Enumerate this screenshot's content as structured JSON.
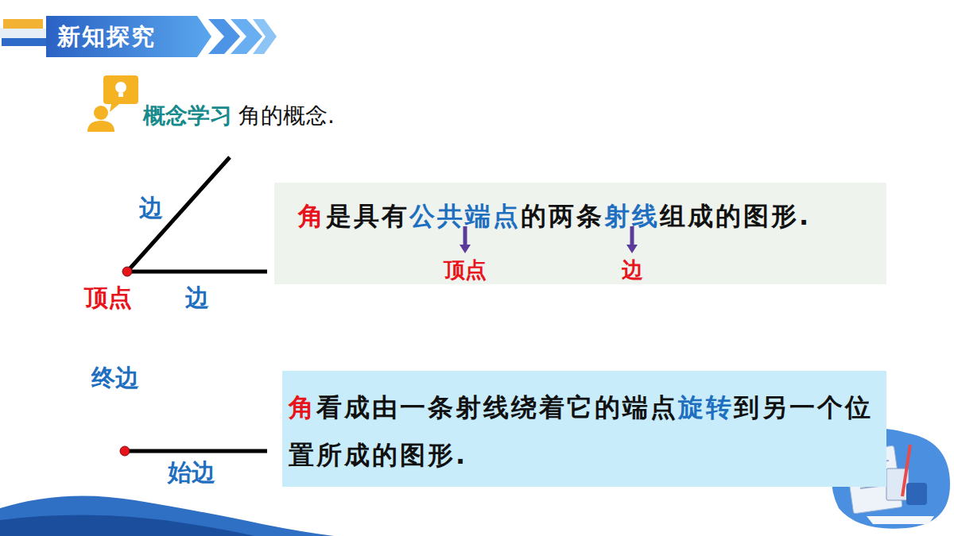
{
  "diagram": {
    "title": "新知探究",
    "nodes": [
      {
        "text": [
          "角",
          "是具有",
          "公共端点",
          "的两条",
          "射线",
          "组成的图形.",
          "顶点",
          "边"
        ]
      },
      {
        "text": [
          "角",
          "看成由一条射线绕着它的端点",
          "旋转",
          "到另一个位置所成的图形."
        ]
      }
    ],
    "labels": [
      "概念学习",
      "角的概念.",
      "边",
      "顶点",
      "边",
      "终边",
      "始边"
    ]
  }
}
